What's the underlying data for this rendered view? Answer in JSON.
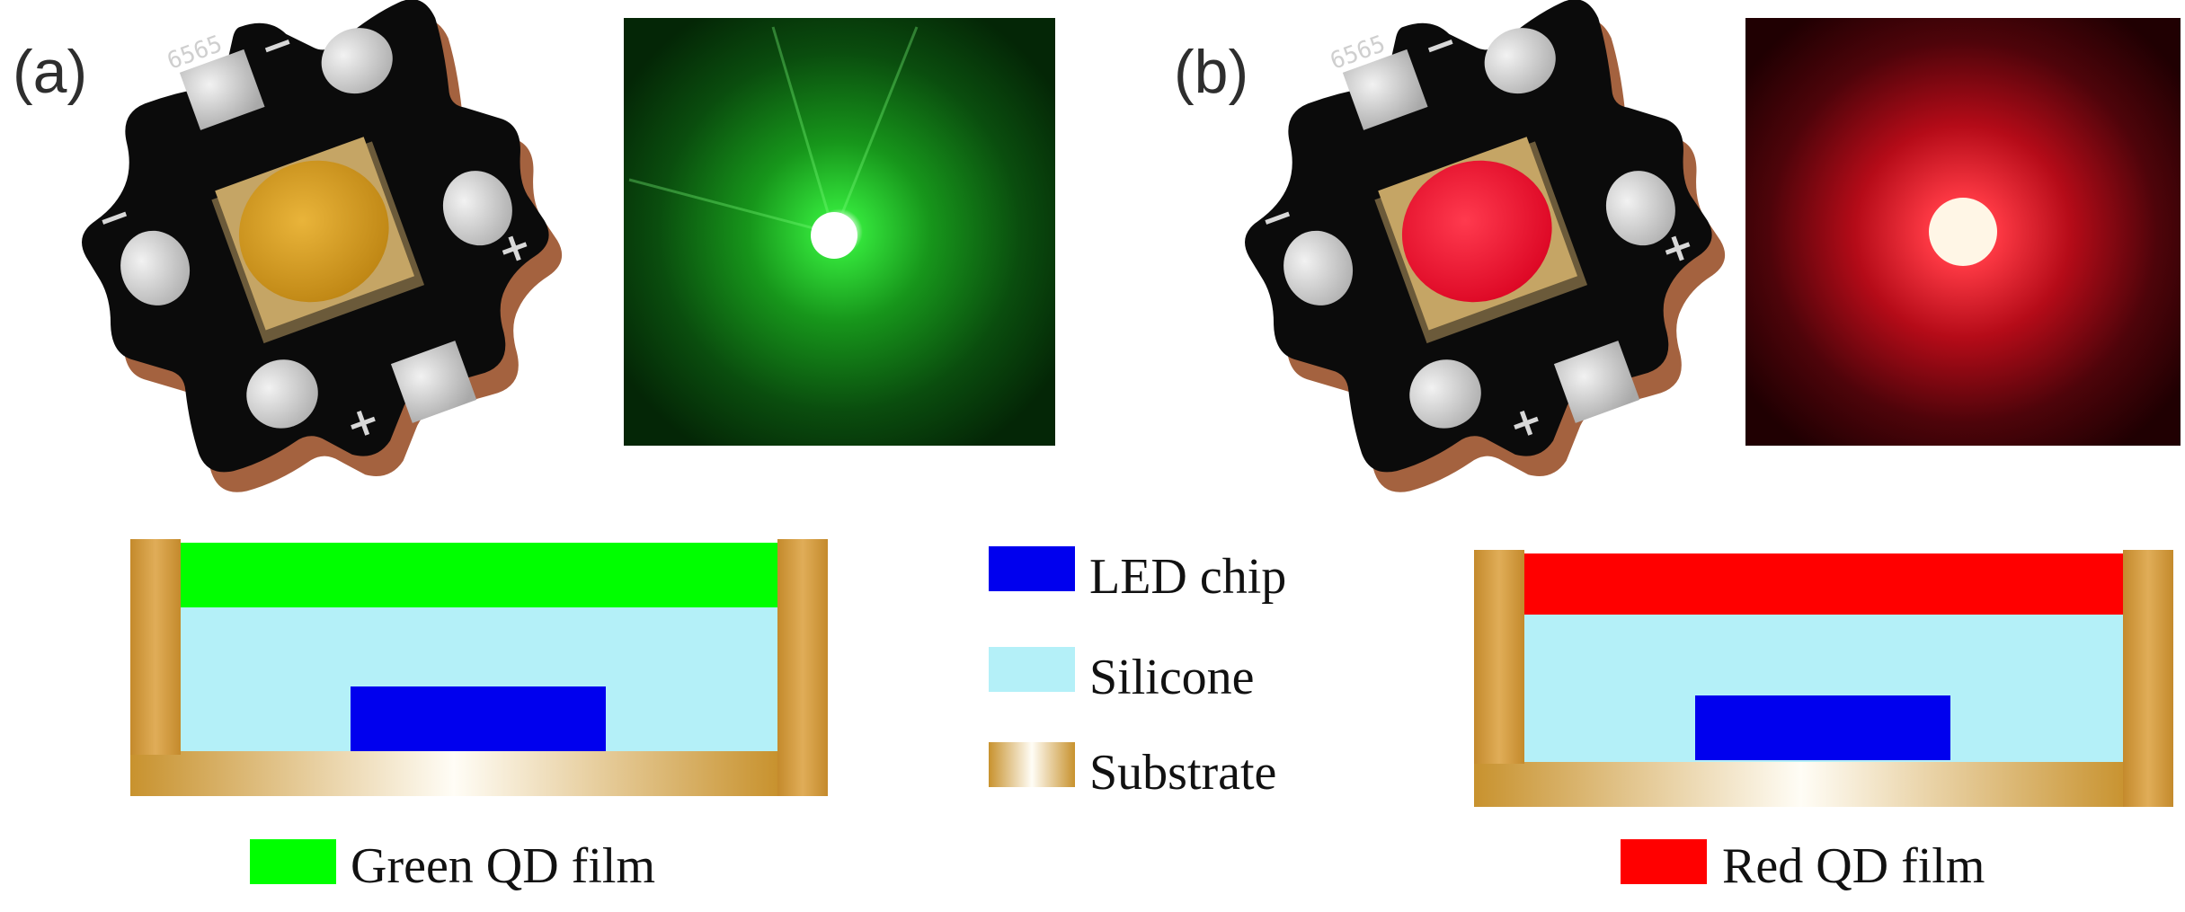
{
  "panels": {
    "a": {
      "label": "(a)",
      "led_code": "6565",
      "film_legend": "Green QD film",
      "film_color": "#00ff00",
      "glow_color": "#18d21a"
    },
    "b": {
      "label": "(b)",
      "led_code": "6565",
      "film_legend": "Red QD film",
      "film_color": "#ff0000",
      "glow_color": "#e0102a"
    }
  },
  "legend": {
    "led_chip": {
      "text": "LED chip",
      "color": "#0000ee"
    },
    "silicone": {
      "text": "Silicone",
      "color": "#b4f0f8"
    },
    "substrate": {
      "text": "Substrate",
      "color": "#cd9a4a"
    }
  },
  "pad_marks": {
    "minus": "−",
    "plus": "+"
  }
}
